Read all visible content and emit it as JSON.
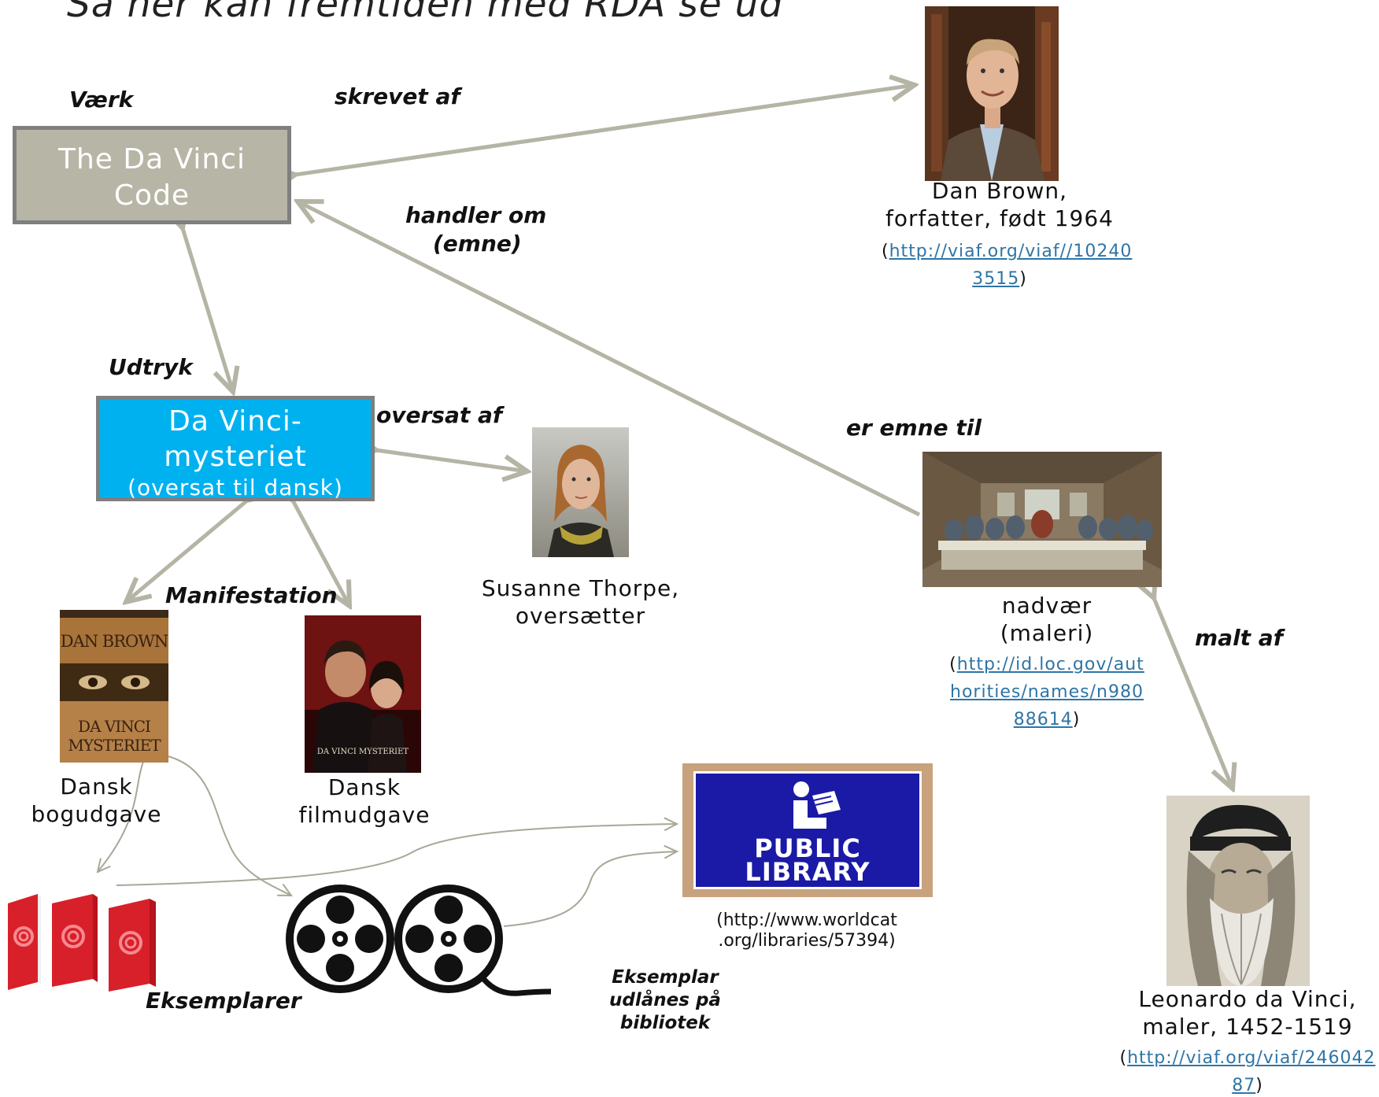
{
  "title": "Så her kan fremtiden med RDA se ud",
  "labels": {
    "vaerk": "Værk",
    "skrevet_af": "skrevet af",
    "handler_om_1": "handler om",
    "handler_om_2": "(emne)",
    "udtryk": "Udtryk",
    "oversat_af": "oversat af",
    "er_emne_til": "er emne til",
    "manifestation": "Manifestation",
    "malt_af": "malt af",
    "eksemplarer": "Eksemplarer",
    "udlaan_1": "Eksemplar",
    "udlaan_2": "udlånes på",
    "udlaan_3": "bibliotek"
  },
  "nodes": {
    "work": {
      "line1": "The Da Vinci",
      "line2": "Code"
    },
    "expression": {
      "line1": "Da Vinci-",
      "line2": "mysteriet",
      "line3": "(oversat til dansk)"
    },
    "dan_brown": {
      "line1": "Dan Brown,",
      "line2": "forfatter, født 1964",
      "paren_open": "(",
      "link1": "http://viaf.org/viaf//10240",
      "link2": "3515",
      "paren_close": ")"
    },
    "susanne": {
      "line1": "Susanne Thorpe,",
      "line2": "oversætter"
    },
    "nadver": {
      "line1": "nadvær",
      "line2": "(maleri)",
      "paren_open": "(",
      "link1": "http://id.loc.gov/aut",
      "link2": "horities/names/n980",
      "link3": "88614",
      "paren_close": ")"
    },
    "leonardo": {
      "line1": "Leonardo da Vinci,",
      "line2": "maler, 1452-1519",
      "paren_open": "(",
      "link1": "http://viaf.org/viaf/246042",
      "link2": "87",
      "paren_close": ")"
    },
    "bog": {
      "line1": "Dansk",
      "line2": "bogudgave",
      "cover_top": "DAN BROWN",
      "cover_bottom_1": "DA VINCI",
      "cover_bottom_2": "MYSTERIET"
    },
    "film": {
      "line1": "Dansk",
      "line2": "filmudgave",
      "poster_title": "DA VINCI MYSTERIET"
    },
    "library": {
      "sign_1": "PUBLIC",
      "sign_2": "LIBRARY",
      "src1": "(http://www.worldcat",
      "src2": ".org/libraries/57394)"
    }
  },
  "colors": {
    "arrow": "#b5b4a5",
    "work_box": "#b7b5a6",
    "expression_box": "#00b1f0",
    "link": "#2e75a6"
  }
}
